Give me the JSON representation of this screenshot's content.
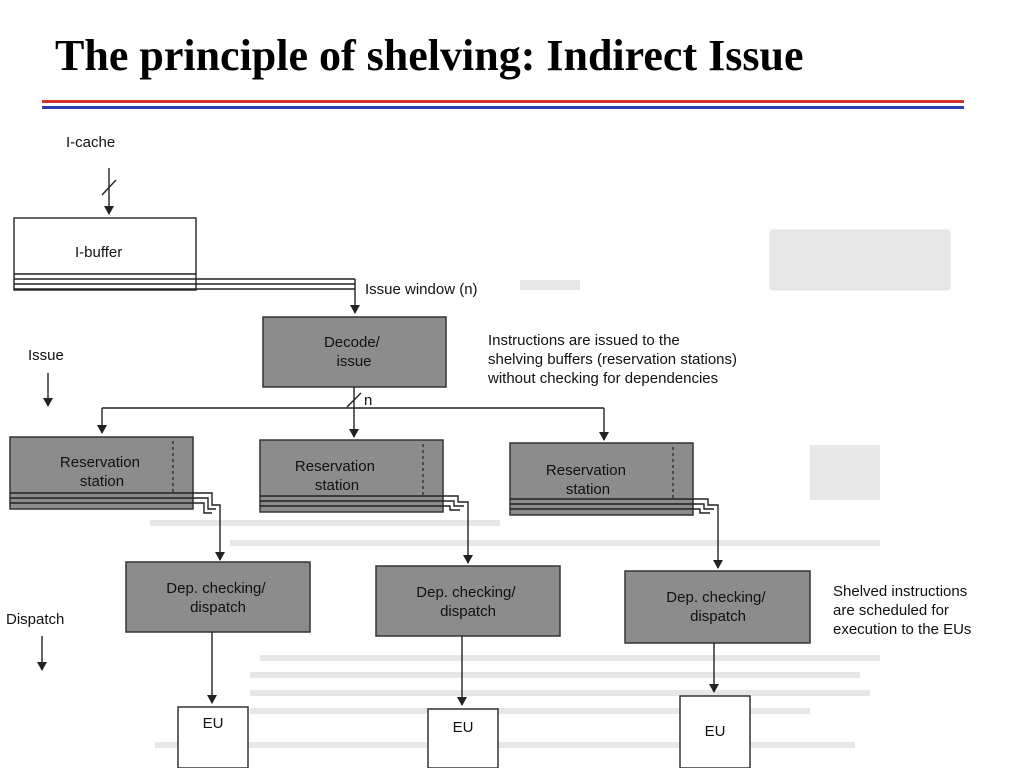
{
  "slide": {
    "title": "The principle of shelving: Indirect Issue"
  },
  "diagram": {
    "icache_label": "I-cache",
    "ibuffer_label": "I-buffer",
    "issue_window_label": "Issue window (n)",
    "decode_label": [
      "Decode/",
      "issue"
    ],
    "issue_side_label": "Issue",
    "n_label": "n",
    "issue_note": [
      "Instructions are issued to the",
      "shelving buffers (reservation stations)",
      "without checking for dependencies"
    ],
    "reservation_stations": [
      [
        "Reservation",
        "station"
      ],
      [
        "Reservation",
        "station"
      ],
      [
        "Reservation",
        "station"
      ]
    ],
    "dispatch_units": [
      [
        "Dep. checking/",
        "dispatch"
      ],
      [
        "Dep. checking/",
        "dispatch"
      ],
      [
        "Dep. checking/",
        "dispatch"
      ]
    ],
    "dispatch_side_label": "Dispatch",
    "dispatch_note": [
      "Shelved instructions",
      "are scheduled for",
      "execution to the EUs"
    ],
    "execution_units": [
      "EU",
      "EU",
      "EU"
    ]
  }
}
